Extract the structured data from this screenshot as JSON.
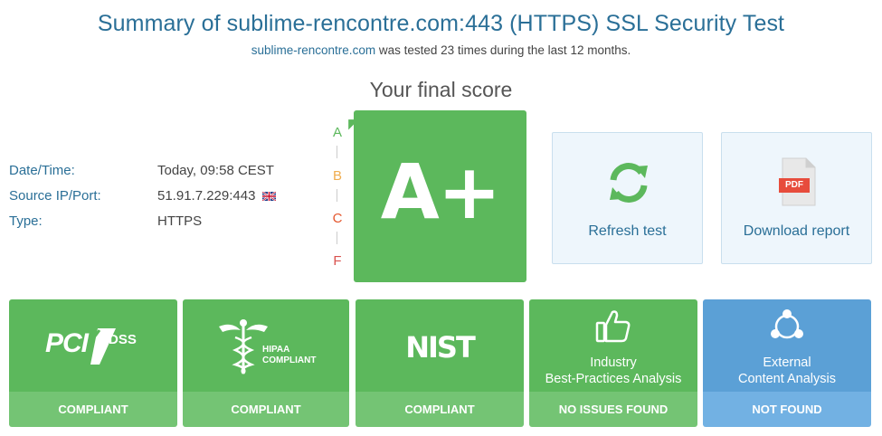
{
  "header": {
    "title": "Summary of sublime-rencontre.com:443 (HTTPS) SSL Security Test",
    "subtitle_domain": "sublime-rencontre.com",
    "subtitle_rest": " was tested 23 times during the last 12 months."
  },
  "score": {
    "label": "Your final score",
    "grade": "A+",
    "scale": [
      {
        "letter": "A",
        "color": "#5cb85c"
      },
      {
        "letter": "B",
        "color": "#f0ad4e"
      },
      {
        "letter": "C",
        "color": "#e4572e"
      },
      {
        "letter": "F",
        "color": "#d9534f"
      }
    ]
  },
  "info": {
    "date_label": "Date/Time:",
    "date_value": "Today, 09:58 CEST",
    "ip_label": "Source IP/Port:",
    "ip_value": "51.91.7.229:443",
    "type_label": "Type:",
    "type_value": "HTTPS",
    "flag_icon": "uk-flag-icon"
  },
  "actions": {
    "refresh_label": "Refresh test",
    "download_label": "Download report",
    "pdf_badge": "PDF"
  },
  "compliance": [
    {
      "name": "pci-dss",
      "logo_main": "PCI",
      "logo_sub": "DSS",
      "status": "COMPLIANT"
    },
    {
      "name": "hipaa",
      "logo_line1": "HIPAA",
      "logo_line2": "COMPLIANT",
      "status": "COMPLIANT"
    },
    {
      "name": "nist",
      "logo_main": "NIST",
      "status": "COMPLIANT"
    },
    {
      "name": "industry",
      "line1": "Industry",
      "line2": "Best-Practices Analysis",
      "status": "NO ISSUES FOUND"
    },
    {
      "name": "external",
      "line1": "External",
      "line2": "Content Analysis",
      "status": "NOT FOUND"
    }
  ],
  "colors": {
    "brand_blue": "#2a6f97",
    "green": "#5cb85c",
    "blue": "#5ba0d6"
  }
}
